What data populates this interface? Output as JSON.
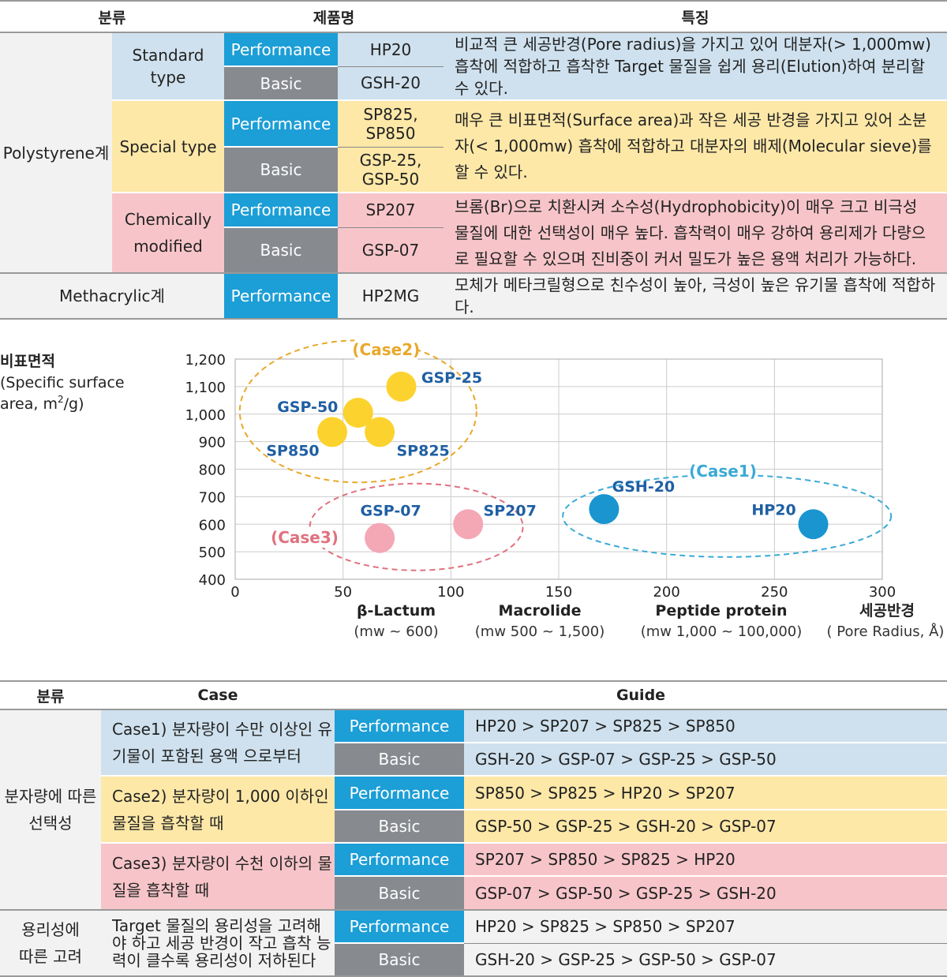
{
  "top_table": {
    "headers": [
      "분류",
      "제품명",
      "특징"
    ],
    "group_polystyrene": "Polystyrene계",
    "group_methacrylic": "Methacrylic계",
    "standard": {
      "type": "Standard type",
      "perf_label": "Performance",
      "perf_product": "HP20",
      "basic_label": "Basic",
      "basic_product": "GSH-20",
      "feature": "비교적 큰 세공반경(Pore radius)을 가지고 있어 대분자(> 1,000mw) 흡착에 적합하고 흡착한 Target 물질을 쉽게 용리(Elution)하여 분리할 수 있다."
    },
    "special": {
      "type": "Special type",
      "perf_label": "Performance",
      "perf_product_1": "SP825,",
      "perf_product_2": "SP850",
      "basic_label": "Basic",
      "basic_product_1": "GSP-25,",
      "basic_product_2": "GSP-50",
      "feature": "매우 큰 비표면적(Surface area)과 작은 세공 반경을 가지고 있어 소분자(< 1,000mw) 흡착에 적합하고 대분자의 배제(Molecular sieve)를 할 수 있다."
    },
    "chemical": {
      "type_1": "Chemically",
      "type_2": "modified",
      "perf_label": "Performance",
      "perf_product": "SP207",
      "basic_label": "Basic",
      "basic_product": "GSP-07",
      "feature": "브롬(Br)으로 치환시켜 소수성(Hydrophobicity)이 매우 크고 비극성 물질에 대한 선택성이 매우 높다. 흡착력이 매우 강하여 용리제가 다량으로 필요할 수 있으며 진비중이 커서 밀도가 높은 용액 처리가 가능하다."
    },
    "methacrylic": {
      "perf_label": "Performance",
      "perf_product": "HP2MG",
      "feature": "모체가 메타크릴형으로 친수성이 높아, 극성이 높은 유기물 흡착에 적합하다."
    }
  },
  "chart_data": {
    "type": "scatter",
    "ylabel_line1": "비표면적",
    "ylabel_line2": "(Specific surface",
    "ylabel_line3_pre": "area, m",
    "ylabel_line3_sup": "2",
    "ylabel_line3_post": "/g)",
    "xlabel": "세공반경",
    "xlabel_sub": "( Pore Radius, Å)",
    "xlim": [
      0,
      300
    ],
    "ylim": [
      400,
      1200
    ],
    "x_ticks": [
      0,
      50,
      100,
      150,
      200,
      250,
      300
    ],
    "y_ticks": [
      400,
      500,
      600,
      700,
      800,
      900,
      1000,
      1100,
      1200
    ],
    "y_tick_labels": [
      "400",
      "500",
      "600",
      "700",
      "800",
      "900",
      "1,000",
      "1,100",
      "1,200"
    ],
    "grid": true,
    "colors": {
      "yellow": "#fcd22e",
      "pink": "#f4a7b5",
      "blue": "#1a95cf",
      "label": "#1f5fa3",
      "case2": "#e9a829",
      "case3": "#e0717e",
      "case1": "#3aaad6"
    },
    "points": [
      {
        "label": "GSP-25",
        "x": 77,
        "y": 1100,
        "group": "yellow"
      },
      {
        "label": "GSP-50",
        "x": 57,
        "y": 1005,
        "group": "yellow"
      },
      {
        "label": "SP850",
        "x": 45,
        "y": 935,
        "group": "yellow"
      },
      {
        "label": "SP825",
        "x": 67,
        "y": 935,
        "group": "yellow"
      },
      {
        "label": "GSP-07",
        "x": 67,
        "y": 550,
        "group": "pink"
      },
      {
        "label": "SP207",
        "x": 108,
        "y": 600,
        "group": "pink"
      },
      {
        "label": "GSH-20",
        "x": 171,
        "y": 655,
        "group": "blue"
      },
      {
        "label": "HP20",
        "x": 268,
        "y": 600,
        "group": "blue"
      }
    ],
    "annotations": {
      "case1": "(Case1)",
      "case2": "(Case2)",
      "case3": "(Case3)"
    },
    "x_categories": [
      {
        "name": "β-Lactum",
        "range": "(mw ~ 600)"
      },
      {
        "name": "Macrolide",
        "range": "(mw 500 ~ 1,500)"
      },
      {
        "name": "Peptide protein",
        "range": "(mw 1,000 ~ 100,000)"
      }
    ]
  },
  "bottom_table": {
    "headers": [
      "분류",
      "Case",
      "Guide"
    ],
    "group_mw_1": "분자량에 따른",
    "group_mw_2": "선택성",
    "group_el_1": "용리성에",
    "group_el_2": "따른 고려",
    "case1_1": "Case1) 분자량이 수만 이상인 유",
    "case1_2": "기물이 포함된 용액 으로부터",
    "case2_1": "Case2) 분자량이 1,000 이하인",
    "case2_2": "물질을 흡착할 때",
    "case3_1": "Case3) 분자량이 수천 이하의 물",
    "case3_2": "질을 흡착할 때",
    "case4_1": "Target 물질의 용리성을 고려해",
    "case4_2": "야 하고 세공 반경이 작고 흡착 능",
    "case4_3": "력이 클수록 용리성이 저하된다",
    "perf_label": "Performance",
    "basic_label": "Basic",
    "guide": {
      "c1_perf": "HP20 > SP207 > SP825 > SP850",
      "c1_basic": "GSH-20 > GSP-07 > GSP-25 > GSP-50",
      "c2_perf": "SP850 > SP825 > HP20 > SP207",
      "c2_basic": "GSP-50 > GSP-25 > GSH-20 > GSP-07",
      "c3_perf": "SP207 > SP850 > SP825 > HP20",
      "c3_basic": "GSP-07 > GSP-50 > GSP-25 > GSH-20",
      "c4_perf": "HP20 > SP825 > SP850 > SP207",
      "c4_basic": "GSH-20 > GSP-25 > GSP-50 > GSP-07"
    }
  }
}
